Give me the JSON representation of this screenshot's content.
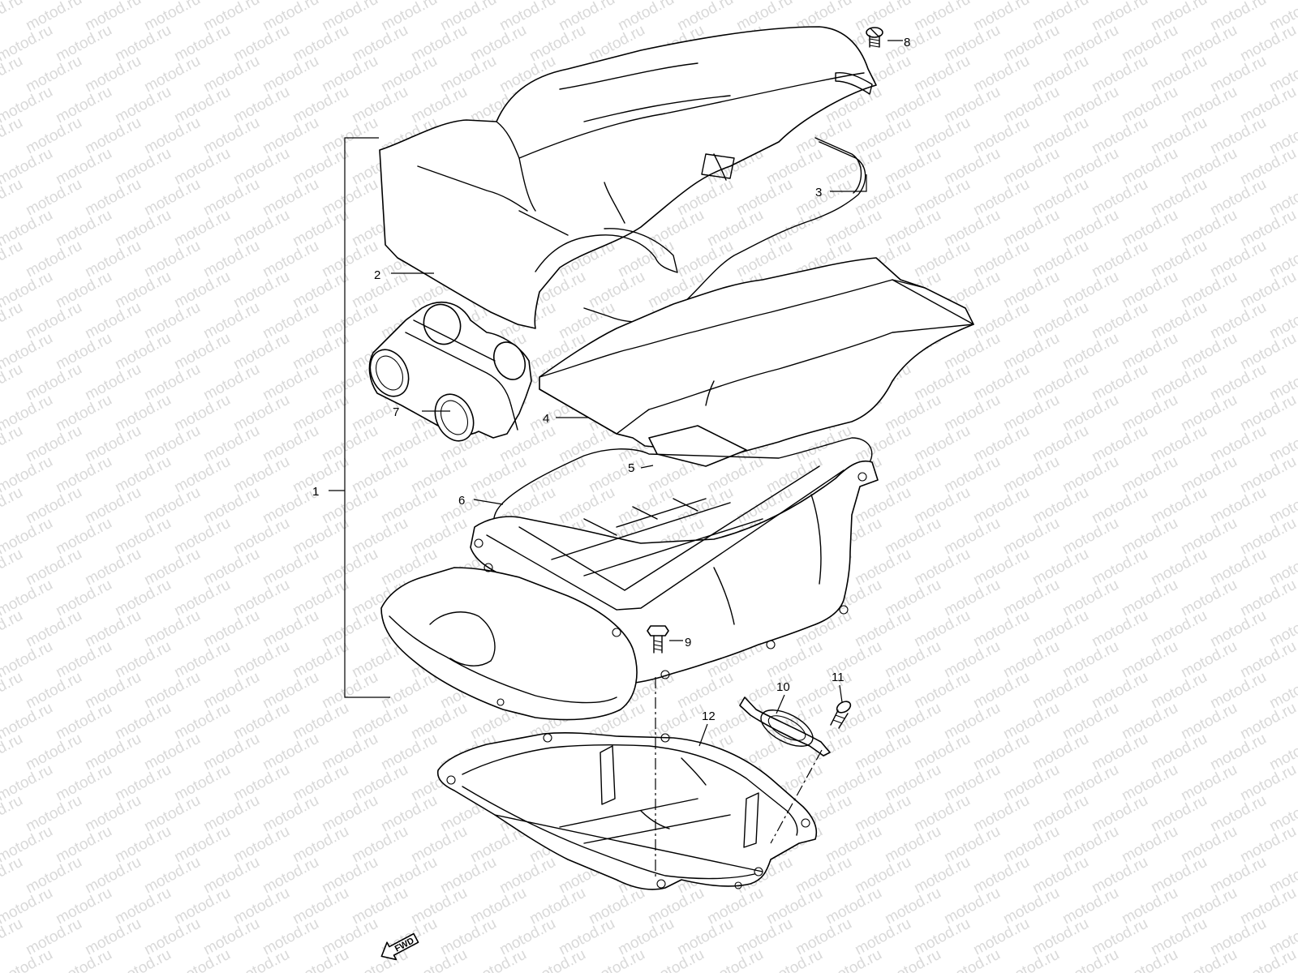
{
  "watermark": {
    "text": "motod.ru",
    "color": "#d9d9d9"
  },
  "callouts": [
    {
      "id": "1",
      "label": "1"
    },
    {
      "id": "2",
      "label": "2"
    },
    {
      "id": "3",
      "label": "3"
    },
    {
      "id": "4",
      "label": "4"
    },
    {
      "id": "5",
      "label": "5"
    },
    {
      "id": "6",
      "label": "6"
    },
    {
      "id": "7",
      "label": "7"
    },
    {
      "id": "8",
      "label": "8"
    },
    {
      "id": "9",
      "label": "9"
    },
    {
      "id": "10",
      "label": "10"
    },
    {
      "id": "11",
      "label": "11"
    },
    {
      "id": "12",
      "label": "12"
    }
  ],
  "direction_arrow": {
    "text": "FWD",
    "icon": "fwd-arrow-icon"
  }
}
